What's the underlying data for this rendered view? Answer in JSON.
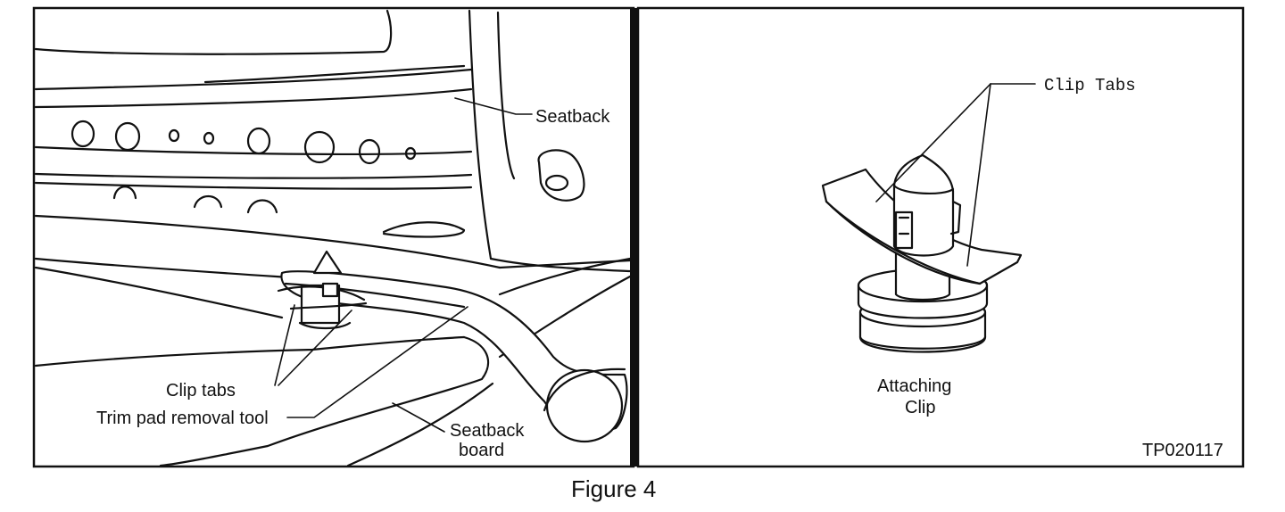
{
  "left_panel": {
    "labels": {
      "seatback": "Seatback",
      "clip_tabs": "Clip tabs",
      "trim_pad_removal_tool": "Trim pad removal tool",
      "seatback_board_line1": "Seatback",
      "seatback_board_line2": "board"
    }
  },
  "right_panel": {
    "labels": {
      "clip_tabs": "Clip Tabs",
      "attaching_clip_line1": "Attaching",
      "attaching_clip_line2": "Clip",
      "part_code": "TP020117"
    }
  },
  "caption": "Figure 4"
}
